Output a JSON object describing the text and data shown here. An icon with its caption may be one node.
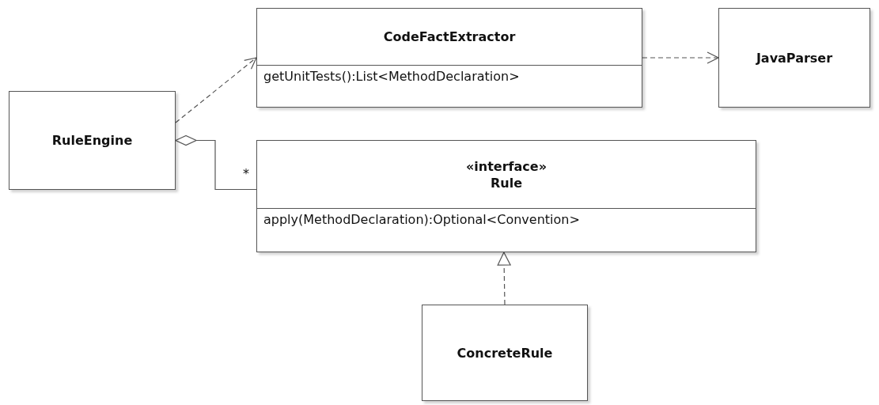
{
  "diagram": {
    "nodes": [
      {
        "text": [
          "RuleEngine"
        ]
      },
      {
        "text": [
          "CodeFactExtractor",
          "getUnitTests():List<MethodDeclaration>"
        ]
      },
      {
        "text": [
          "JavaParser"
        ]
      },
      {
        "text": [
          "«interface»",
          "Rule",
          "apply(MethodDeclaration):Optional<Convention>"
        ]
      },
      {
        "text": [
          "ConcreteRule"
        ]
      }
    ],
    "edges": [
      {
        "from": 0,
        "to": 1,
        "arrow": "to",
        "style": "dashed"
      },
      {
        "from": 1,
        "to": 2,
        "arrow": "to",
        "style": "dashed"
      },
      {
        "from": 0,
        "to": 3,
        "arrow": "other",
        "label": "*"
      },
      {
        "from": 4,
        "to": 3,
        "arrow": "to",
        "style": "dashed"
      }
    ]
  }
}
